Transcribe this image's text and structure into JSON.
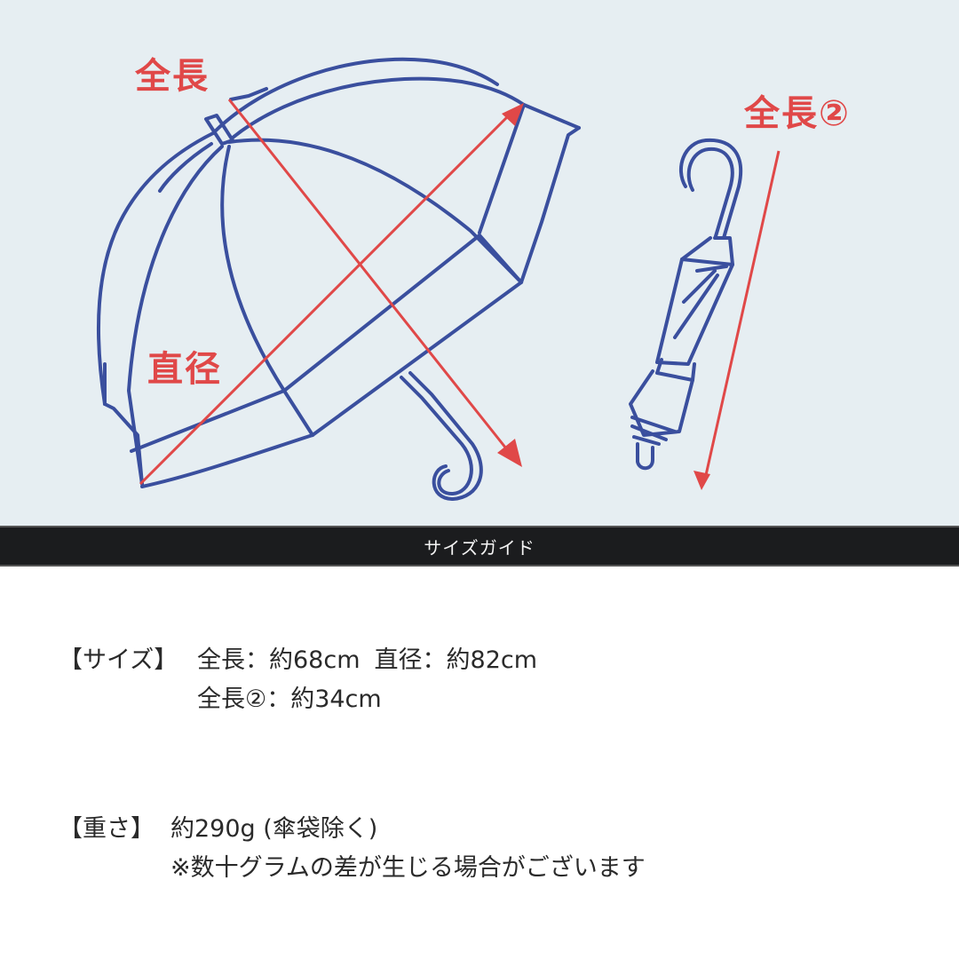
{
  "illustration": {
    "labels": {
      "total_length": "全長",
      "diameter": "直径",
      "total_length_2": "全長②"
    },
    "colors": {
      "background": "#e6eef2",
      "umbrella_line": "#3a4f9e",
      "arrow": "#e04848"
    }
  },
  "guide_bar": {
    "title": "サイズガイド"
  },
  "specs": {
    "size": {
      "key": "【サイズ】",
      "total_length": "全長：約68cm",
      "diameter": "直径：約82cm",
      "total_length_2": "全長②：約34cm"
    },
    "weight": {
      "key": "【重さ】",
      "value": "約290g (傘袋除く)",
      "note": "※数十グラムの差が生じる場合がございます"
    }
  }
}
